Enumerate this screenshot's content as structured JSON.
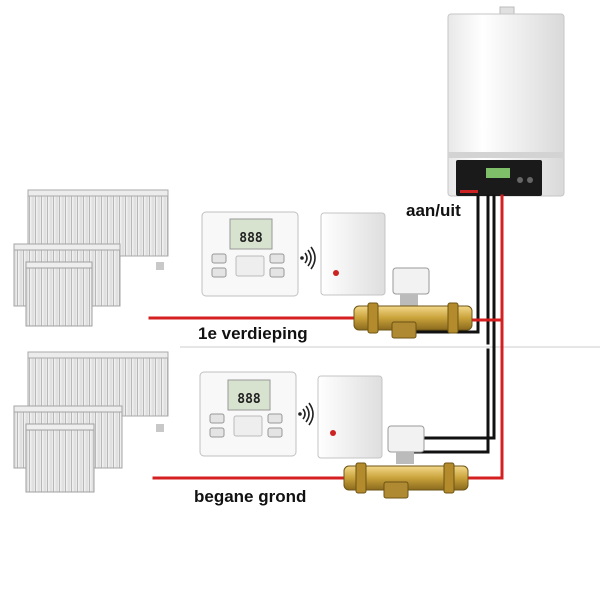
{
  "labels": {
    "boiler_switch": "aan/uit",
    "upper_floor": "1e verdieping",
    "ground_floor": "begane grond"
  },
  "thermostat": {
    "display": "888"
  },
  "icons": [
    "radiator-icon",
    "thermostat-icon",
    "wireless-signal-icon",
    "receiver-icon",
    "motorized-valve-icon",
    "boiler-icon"
  ],
  "colors": {
    "supply_pipe": "#d42020",
    "control_wire": "#111111",
    "boiler_panel": "#1a1a1a",
    "valve_brass": "#c9a23a"
  }
}
